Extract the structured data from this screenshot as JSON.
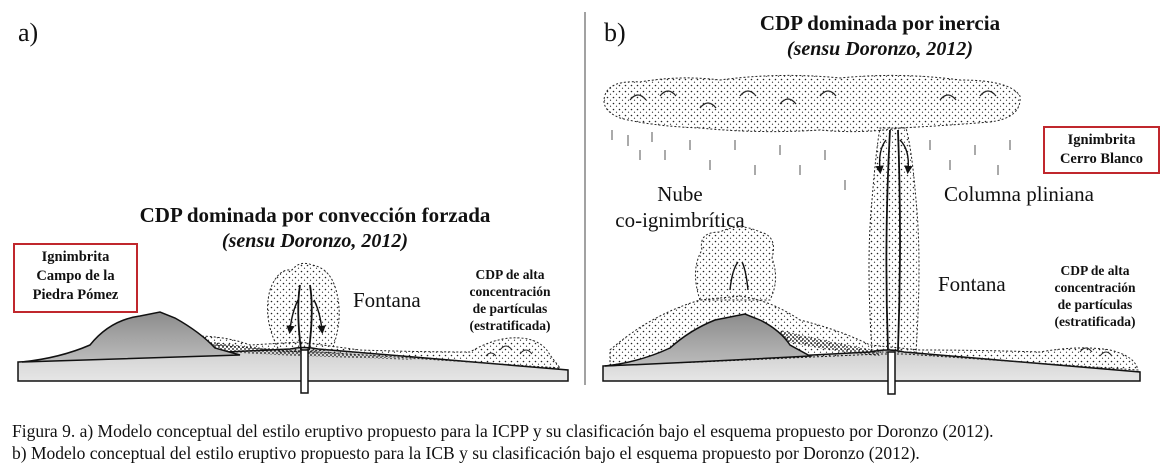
{
  "panel_a": {
    "letter": "a)",
    "title": "CDP dominada por convección forzada",
    "subtitle": "(sensu Doronzo, 2012)",
    "box_lines": [
      "Ignimbrita",
      "Campo de la",
      "Piedra Pómez"
    ],
    "fontana": "Fontana",
    "cdp_lines": [
      "CDP de alta",
      "concentración",
      "de partículas",
      "(estratificada)"
    ]
  },
  "panel_b": {
    "letter": "b)",
    "title": "CDP dominada por inercia",
    "subtitle": "(sensu Doronzo, 2012)",
    "box_lines": [
      "Ignimbrita",
      "Cerro Blanco"
    ],
    "nube_lines": [
      "Nube",
      "co-ignimbrítica"
    ],
    "columna": "Columna pliniana",
    "fontana": "Fontana",
    "cdp_lines": [
      "CDP de alta",
      "concentración",
      "de partículas",
      "(estratificada)"
    ]
  },
  "caption": {
    "line1": "Figura 9. a) Modelo conceptual del estilo eruptivo propuesto para la ICPP y su clasificación bajo el esquema propuesto por Doronzo (2012).",
    "line2": "b) Modelo conceptual del estilo eruptivo propuesto para la ICB y su clasificación bajo el esquema propuesto por Doronzo (2012)."
  },
  "colors": {
    "box_border": "#c0272d",
    "mountain": "#a9a9a9",
    "ground": "#d6d6d6"
  }
}
